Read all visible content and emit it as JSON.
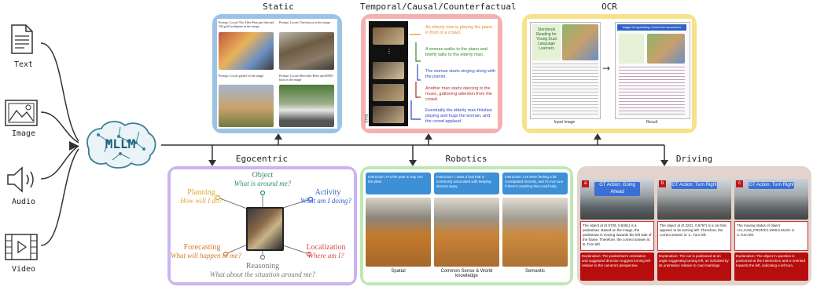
{
  "modalities": [
    {
      "label": "Text",
      "icon": "document-icon"
    },
    {
      "label": "Image",
      "icon": "image-icon"
    },
    {
      "label": "Audio",
      "icon": "speaker-icon"
    },
    {
      "label": "Video",
      "icon": "video-icon"
    }
  ],
  "hub": {
    "label": "MLLM",
    "icon": "brain-icon"
  },
  "panels": {
    "static": {
      "title": "Static",
      "color": "#9cc3e5",
      "prompts": [
        "Prompt: Locate The Allen Pam pen line and Off gold toothpaste in the image",
        "Prompt: Locate Chewbacca in the image",
        "Prompt: Locate giraffe in the image",
        "Prompt: Locate Mercedes-Benz and BMW back in the image"
      ]
    },
    "temporal": {
      "title": "Temporal/Causal/Counterfactual",
      "color": "#f5b1b2",
      "events": [
        {
          "text": "An elderly man is playing the piano in front of a crowd.",
          "color": "#e8892b"
        },
        {
          "text": "A woman walks to the piano and briefly talks to the elderly man.",
          "color": "#2e8b2e"
        },
        {
          "text": "The woman starts singing along with the pianist.",
          "color": "#2e4fb8"
        },
        {
          "text": "Another man starts dancing to the music, gathering attention from the crowd.",
          "color": "#b52a2a"
        },
        {
          "text": "Eventually the elderly man finishes playing and hugs the woman, and the crowd applaud.",
          "color": "#3240c8"
        }
      ],
      "time_label": "time"
    },
    "ocr": {
      "title": "OCR",
      "color": "#f6e28a",
      "input_label": "Input Image",
      "result_label": "Result",
      "doc_title": "Storybook Reading for Young Dual Language Learners",
      "result_header": "Images for typesetting: Convert the document to markdown"
    },
    "egocentric": {
      "title": "Egocentric",
      "color": "#c9b5ef",
      "nodes": [
        {
          "title": "Object",
          "subtitle": "What is around me?",
          "color": "#2f8f73"
        },
        {
          "title": "Planning",
          "subtitle": "How will I do?",
          "color": "#e0a62a"
        },
        {
          "title": "Activity",
          "subtitle": "What am I doing?",
          "color": "#2f63c8"
        },
        {
          "title": "Forecasting",
          "subtitle": "What will happen to me?",
          "color": "#d2792a"
        },
        {
          "title": "Localization",
          "subtitle": "Where am I?",
          "color": "#d84a4a"
        },
        {
          "title": "Reasoning",
          "subtitle": "What about the situation around me?",
          "color": "#7a7a7a"
        }
      ]
    },
    "robotics": {
      "title": "Robotics",
      "color": "#bde8b0",
      "columns": [
        {
          "instruction": "Instruction: Put the pear in tray into the plate.",
          "label": "Spatial"
        },
        {
          "instruction": "Instruction: I want a fruit that is commonly associated with keeping doctors away.",
          "label": "Common Sense & World knowledge"
        },
        {
          "instruction": "Instruction: I've been feeling a bit constipated recently, and I'm not sure if there's anything that could help.",
          "label": "Semantic"
        }
      ]
    },
    "driving": {
      "title": "Driving",
      "color": "#e3d3cd",
      "cases": [
        {
          "badge": "a",
          "gt": "GT Action: Going Ahead",
          "text": "The object at (0.5729, 0.6361) is a pedestrian. Based on the image, the pedestrian is moving towards the left side of the frame. Therefore, the correct answer is: B. Turn left.",
          "explanation": "Explanation: The pedestrian's orientation and suggested direction suggest turning left relative to the camera's perspective."
        },
        {
          "badge": "b",
          "gt": "GT Action: Turn Right",
          "text": "The object at (0.3231, 0.6767) is a car that appears to be turning left. Therefore, the correct answer is: C. Turn left.",
          "explanation": "Explanation: The car is positioned at an angle suggesting turning left, as indicated by its orientation relative to road markings."
        },
        {
          "badge": "c",
          "gt": "GT Action: Turn Right",
          "text": "The moving status of object <c1,CAM_FRONT,0.1000,0.6133> is C.Turn left.",
          "explanation": "Explanation: The object in question is positioned at the intersection and is oriented towards the left, indicating a left turn."
        }
      ]
    }
  }
}
